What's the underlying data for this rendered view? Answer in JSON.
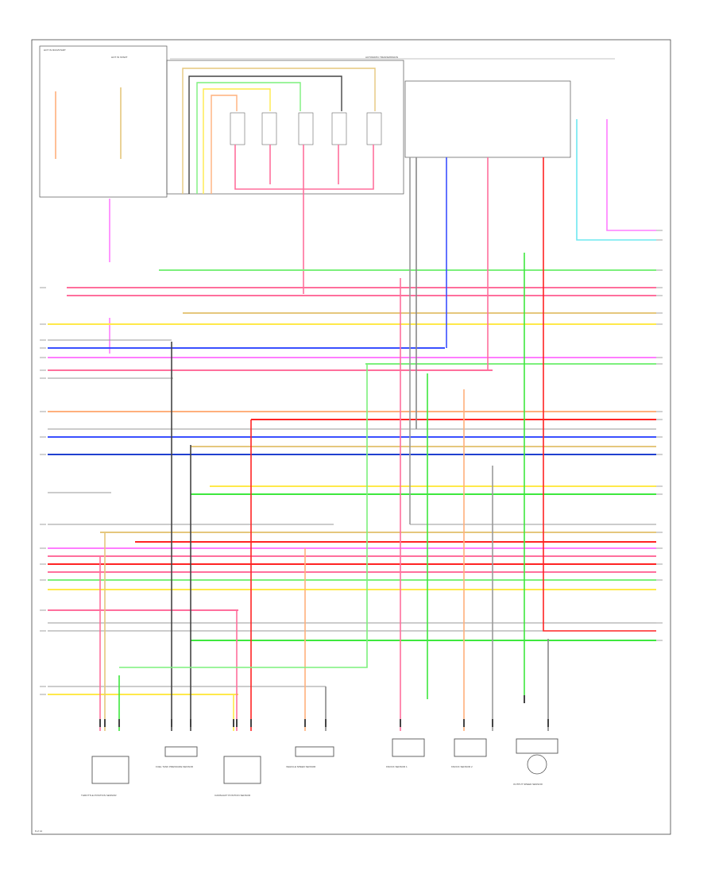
{
  "colors": {
    "pink": "#ff6f9c",
    "red": "#ff2424",
    "yellow": "#ffe94a",
    "tan": "#e5c77d",
    "green": "#3ee83e",
    "lightgreen": "#7cf07c",
    "blue": "#3a4fff",
    "darkblue": "#2040d0",
    "magenta": "#ff7dff",
    "orange": "#ffb07c",
    "cyan": "#6ee8f0",
    "gray": "#b0b0b0",
    "black": "#444444"
  },
  "labels": {
    "top_center": "AUTOMATIC TRANSMISSION",
    "top_left_a": "HOT IN RUN/START",
    "top_left_b": "HOT IN START",
    "page_number": "8 of 12"
  },
  "components": [
    {
      "id": "c1",
      "label": "THROTTLE POSITION SENSOR"
    },
    {
      "id": "c2",
      "label": "FUEL TANK PRESSURE SENSOR"
    },
    {
      "id": "c3",
      "label": "CAMSHAFT POSITION SENSOR"
    },
    {
      "id": "c4",
      "label": "VEHICLE SPEED SENSOR"
    },
    {
      "id": "c5",
      "label": "KNOCK SENSOR 1"
    },
    {
      "id": "c6",
      "label": "KNOCK SENSOR 2"
    },
    {
      "id": "c7",
      "label": "OUTPUT SPEED SENSOR"
    }
  ]
}
